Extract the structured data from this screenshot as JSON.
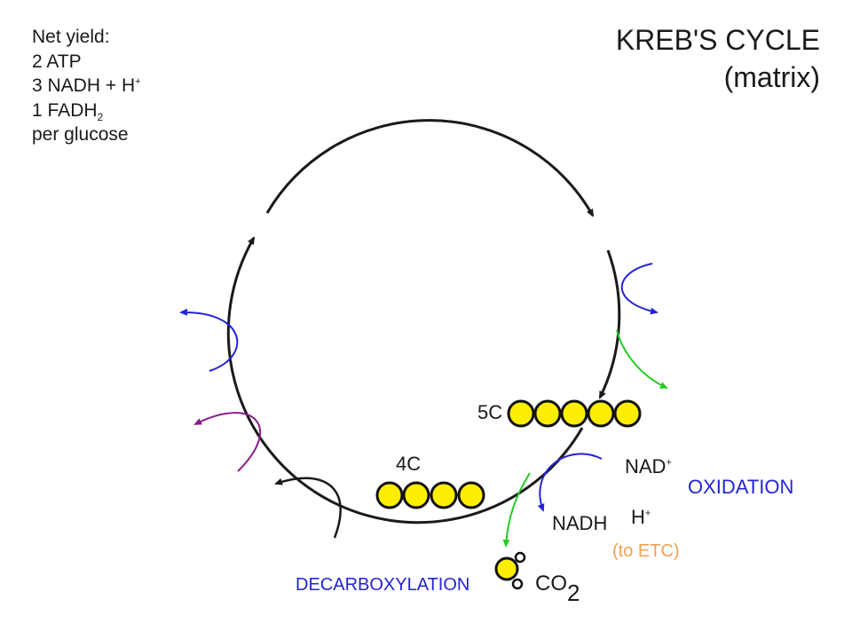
{
  "net_yield": {
    "heading": "Net yield:",
    "atp": "2 ATP",
    "nadh": "3 NADH + H",
    "nadh_sup": "+",
    "fadh": "1 FADH",
    "fadh_sub": "2",
    "per": "per glucose"
  },
  "title": {
    "line1": "KREB'S CYCLE",
    "line2": "(matrix)"
  },
  "labels": {
    "five_c": "5C",
    "four_c": "4C",
    "nad": "NAD",
    "nad_sup": "+",
    "nadh": "NADH",
    "h": "H",
    "h_sup": "+",
    "to_etc": "(to ETC)",
    "oxidation": "OXIDATION",
    "decarboxylation": "DECARBOXYLATION",
    "co": "CO",
    "co_sub": "2"
  },
  "colors": {
    "cycle": "#1a1a1a",
    "oxidation": "#2424d6",
    "decarboxylation": "#22cc22",
    "purple_arrow": "#8b1a8b",
    "carbon": "#ffee00",
    "to_etc": "#f0a050"
  }
}
